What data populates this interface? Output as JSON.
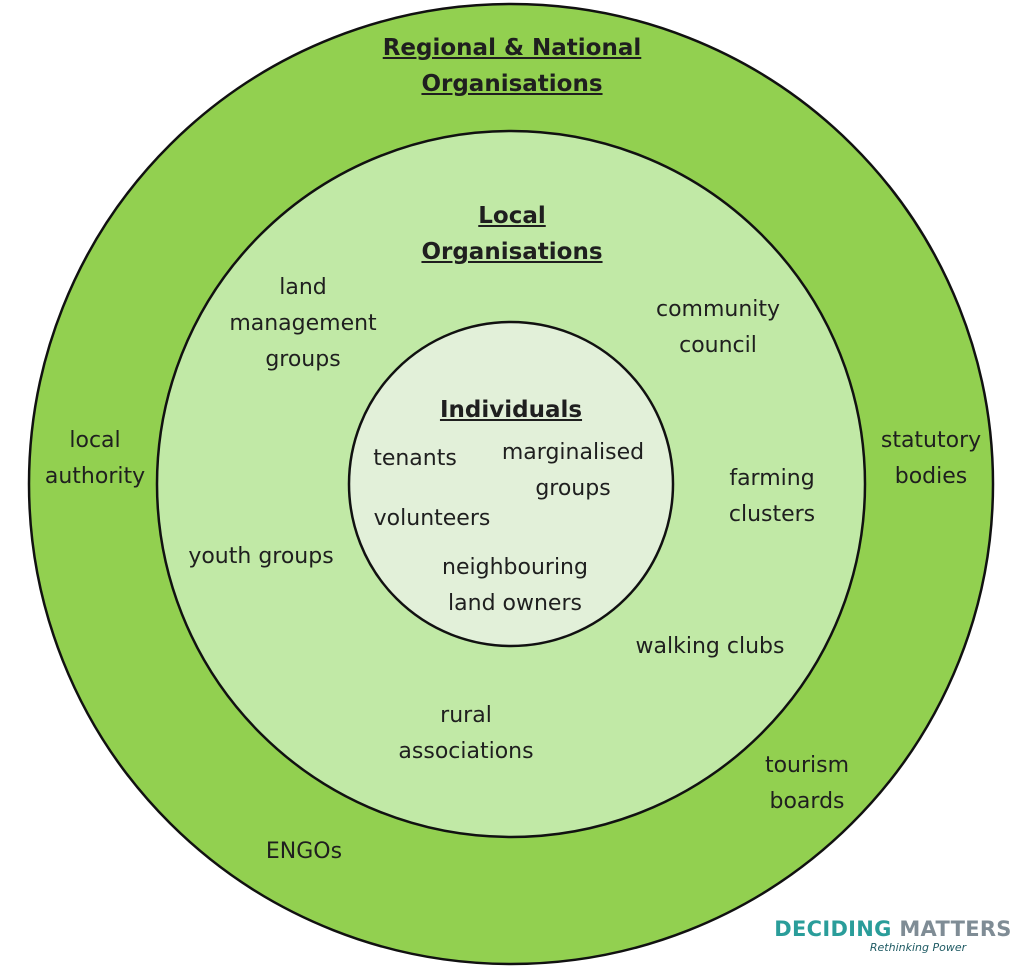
{
  "colors": {
    "outer_ring": "#92d050",
    "middle_ring": "#c1e9a6",
    "inner_circle": "#e2f0d9",
    "stroke": "#111111"
  },
  "rings": {
    "outer": {
      "heading": "Regional & National\nOrganisations",
      "items": {
        "local_authority": "local\nauthority",
        "statutory_bodies": "statutory\nbodies",
        "tourism_boards": "tourism\nboards",
        "engos": "ENGOs"
      }
    },
    "middle": {
      "heading": "Local\nOrganisations",
      "items": {
        "land_management_groups": "land\nmanagement\ngroups",
        "community_council": "community\ncouncil",
        "farming_clusters": "farming\nclusters",
        "youth_groups": "youth groups",
        "walking_clubs": "walking clubs",
        "rural_associations": "rural\nassociations"
      }
    },
    "inner": {
      "heading": "Individuals",
      "items": {
        "tenants": "tenants",
        "marginalised_groups": "marginalised\ngroups",
        "volunteers": "volunteers",
        "neighbouring_land_owners": "neighbouring\nland owners"
      }
    }
  },
  "logo": {
    "word1": "DECIDING",
    "word2": "MATTERS",
    "tagline": "Rethinking Power"
  }
}
